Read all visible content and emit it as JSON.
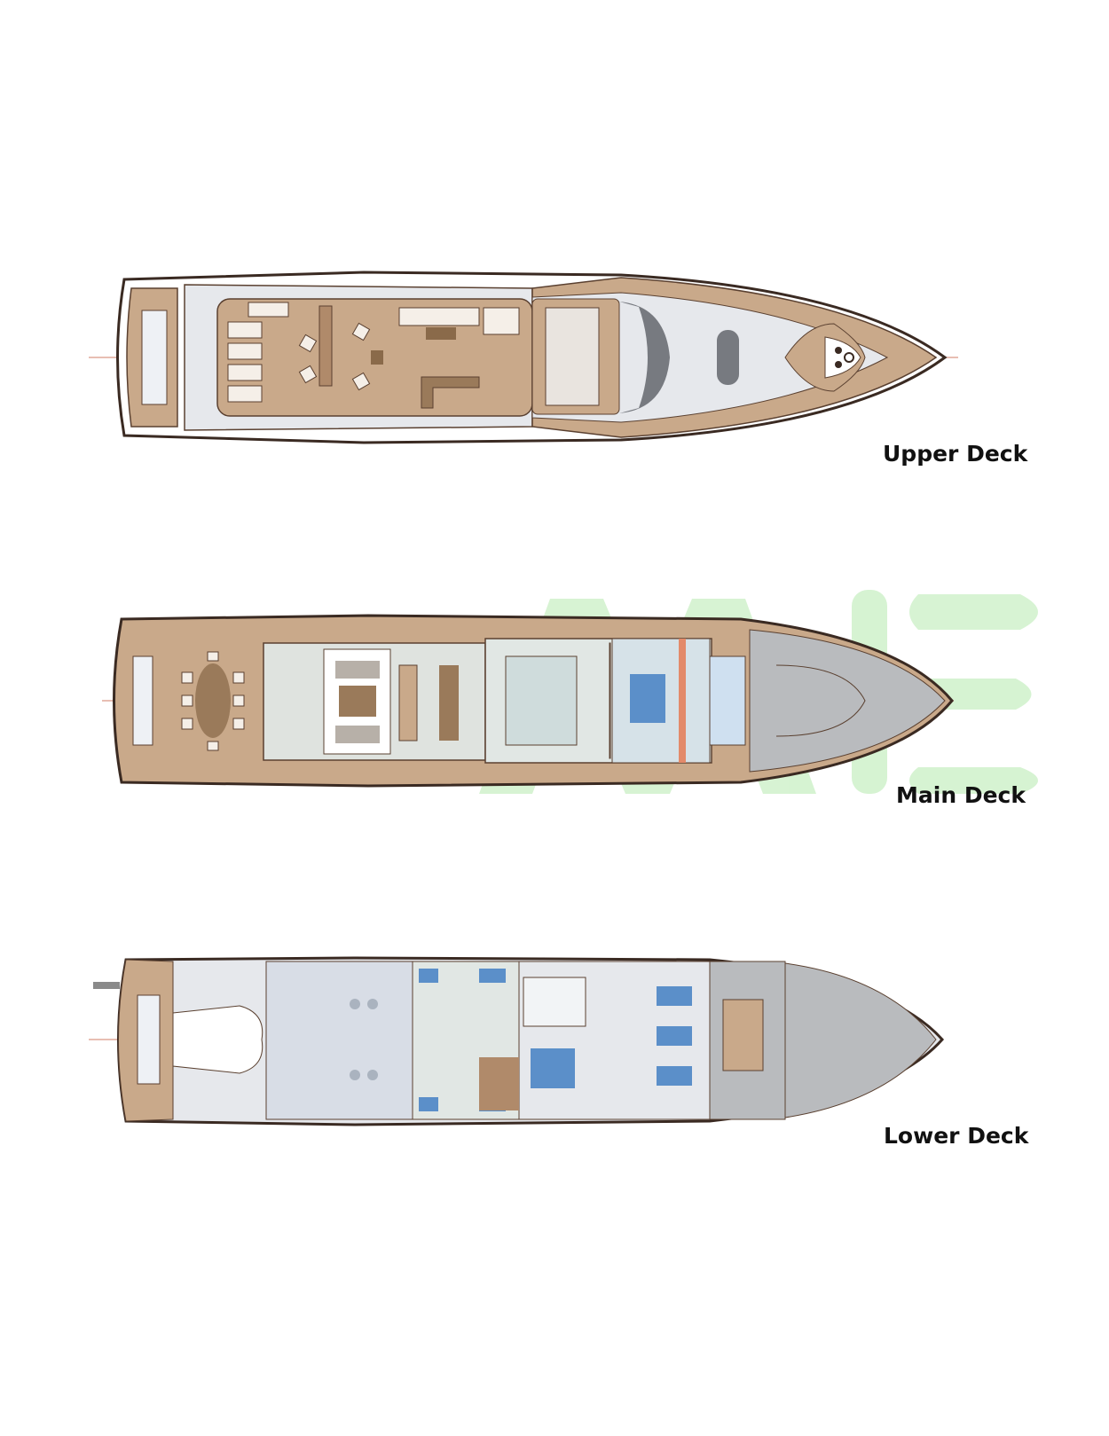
{
  "decks": [
    {
      "name": "Upper Deck"
    },
    {
      "name": "Main Deck"
    },
    {
      "name": "Lower Deck"
    }
  ],
  "colors": {
    "teak": "#c9a98a",
    "hull_outline": "#3a2a22",
    "white_deck": "#e6e8ec",
    "interior": "#dfe3df",
    "cabin_blue": "#5b8fc9",
    "lower_grey": "#b9bbbe",
    "watermark": "#c9efc4"
  }
}
